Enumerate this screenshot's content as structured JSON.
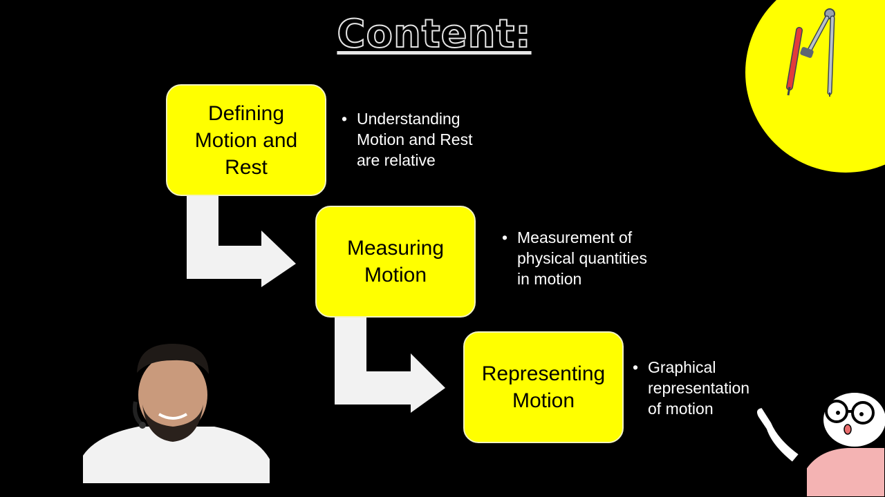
{
  "slide": {
    "title": "Content:"
  },
  "steps": [
    {
      "label": "Defining Motion and Rest",
      "bullet": "Understanding\nMotion and Rest\nare relative"
    },
    {
      "label": "Measuring Motion",
      "bullet": "Measurement of\nphysical quantities\nin motion"
    },
    {
      "label": "Representing Motion",
      "bullet": "Graphical\nrepresentation\nof motion"
    }
  ],
  "colors": {
    "background": "#000000",
    "box_fill": "#ffff00",
    "arrow_fill": "#f2f2f2",
    "text_light": "#ffffff"
  },
  "icons": {
    "decoration": "compass-icon",
    "bullet": "bullet-dot-icon"
  }
}
